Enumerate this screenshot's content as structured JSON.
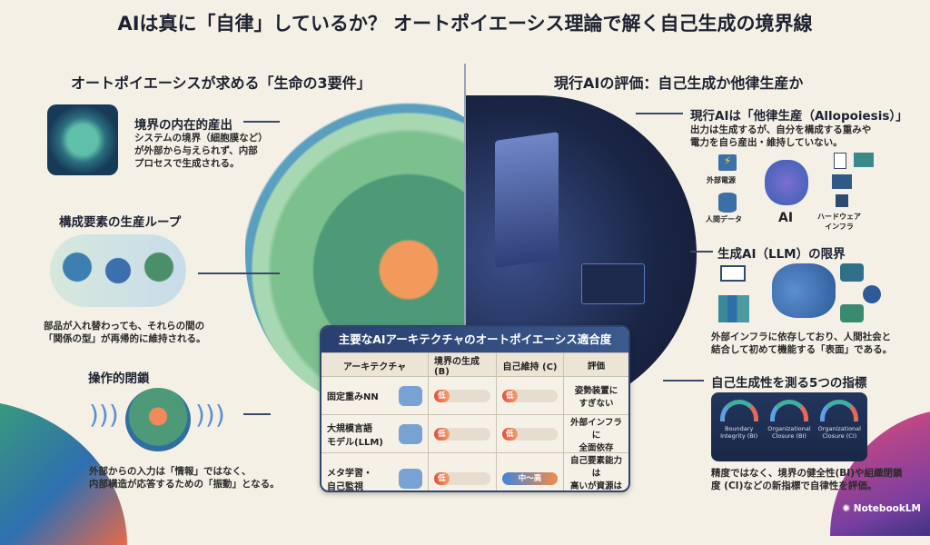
{
  "title": "AIは真に「自律」しているか？ オートポイエーシス理論で解く自己生成の境界線",
  "left": {
    "heading": "オートポイエーシスが求める「生命の3要件」",
    "items": [
      {
        "title": "境界の内在的産出",
        "text": [
          "システムの境界（細胞膜など）",
          "が外部から与えられず、内部",
          "プロセスで生成される。"
        ]
      },
      {
        "title": "構成要素の生産ループ",
        "text": [
          "部品が入れ替わっても、それらの間の",
          "「関係の型」が再帰的に維持される。"
        ]
      },
      {
        "title": "操作的閉鎖",
        "text": [
          "外部からの入力は「情報」ではなく、",
          "内部構造が応答するための「振動」となる。"
        ]
      }
    ]
  },
  "right": {
    "heading": "現行AIの評価：自己生成か他律生産か",
    "allo": {
      "title": "現行AIは「他律生産（Allopoiesis）」",
      "text": [
        "出力は生成するが、自分を構成する重みや",
        "電力を自ら産出・維持していない。"
      ],
      "labels": {
        "power": "外部電源",
        "data": "人間データ",
        "ai": "AI",
        "hw": [
          "ハードウェア",
          "インフラ"
        ]
      }
    },
    "llm": {
      "title": "生成AI（LLM）の限界",
      "text": [
        "外部インフラに依存しており、人間社会と",
        "結合して初めて機能する「表面」である。"
      ]
    },
    "metrics": {
      "title": "自己生成性を測る5つの指標",
      "gauges": [
        [
          "Boundary",
          "Integrity (BI)"
        ],
        [
          "Organizational",
          "Closure (BI)"
        ],
        [
          "Organizational",
          "Closure (CI)"
        ]
      ],
      "text": [
        "精度ではなく、境界の健全性(BI)や組織閉鎖",
        "度 (CI)などの新指標で自律性を評価。"
      ]
    }
  },
  "table": {
    "title": "主要なAIアーキテクチャのオートポイエーシス適合度",
    "headers": [
      "アーキテクチャ",
      "境界の生成 (B)",
      "自己維持 (C)",
      "評価"
    ],
    "rows": [
      {
        "name": [
          "固定重みNN"
        ],
        "b": "低",
        "b_level": 0.2,
        "c": "低",
        "c_level": 0.2,
        "eval": [
          "姿勢装置に",
          "すぎない"
        ]
      },
      {
        "name": [
          "大規模言語",
          "モデル(LLM)"
        ],
        "b": "低",
        "b_level": 0.2,
        "c": "低",
        "c_level": 0.2,
        "eval": [
          "外部インフラに",
          "全面依存"
        ]
      },
      {
        "name": [
          "メタ学習・",
          "自己監視"
        ],
        "b": "低",
        "b_level": 0.2,
        "c": "中〜高",
        "c_level": 1.0,
        "eval": [
          "自己要素能力は",
          "高いが資源は外部"
        ]
      }
    ]
  },
  "footer": "NotebookLM",
  "colors": {
    "navy": "#2a3f6e",
    "cream": "#f4f0e6",
    "low": "#e0503f"
  }
}
